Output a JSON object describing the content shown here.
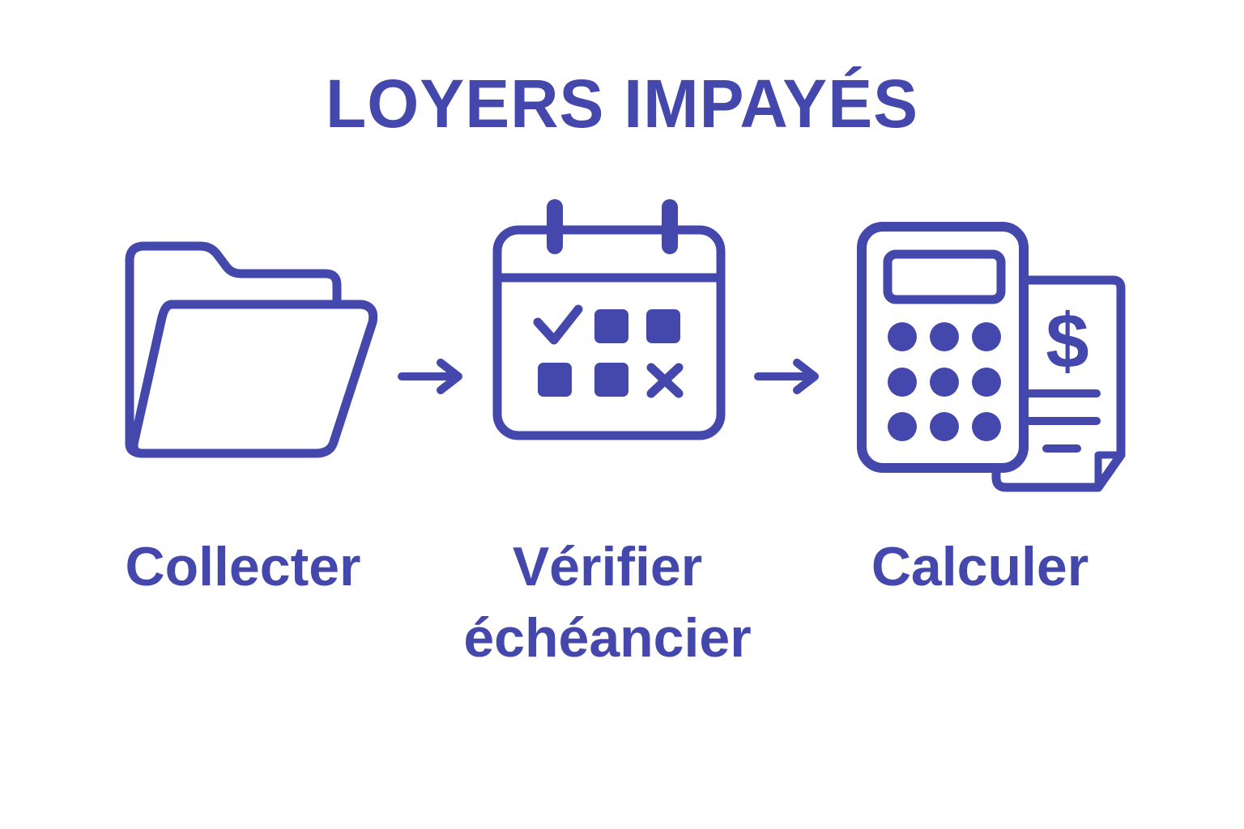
{
  "title": "LOYERS IMPAYÉS",
  "accent_color": "#4447AC",
  "steps": [
    {
      "icon": "folder-icon",
      "label": "Collecter"
    },
    {
      "icon": "calendar-icon",
      "label_line1": "Vérifier",
      "label_line2": "échéancier"
    },
    {
      "icon": "calculator-invoice-icon",
      "label": "Calculer"
    }
  ],
  "connectors": [
    "arrow-right-icon",
    "arrow-right-icon"
  ],
  "invoice_symbol": "$"
}
